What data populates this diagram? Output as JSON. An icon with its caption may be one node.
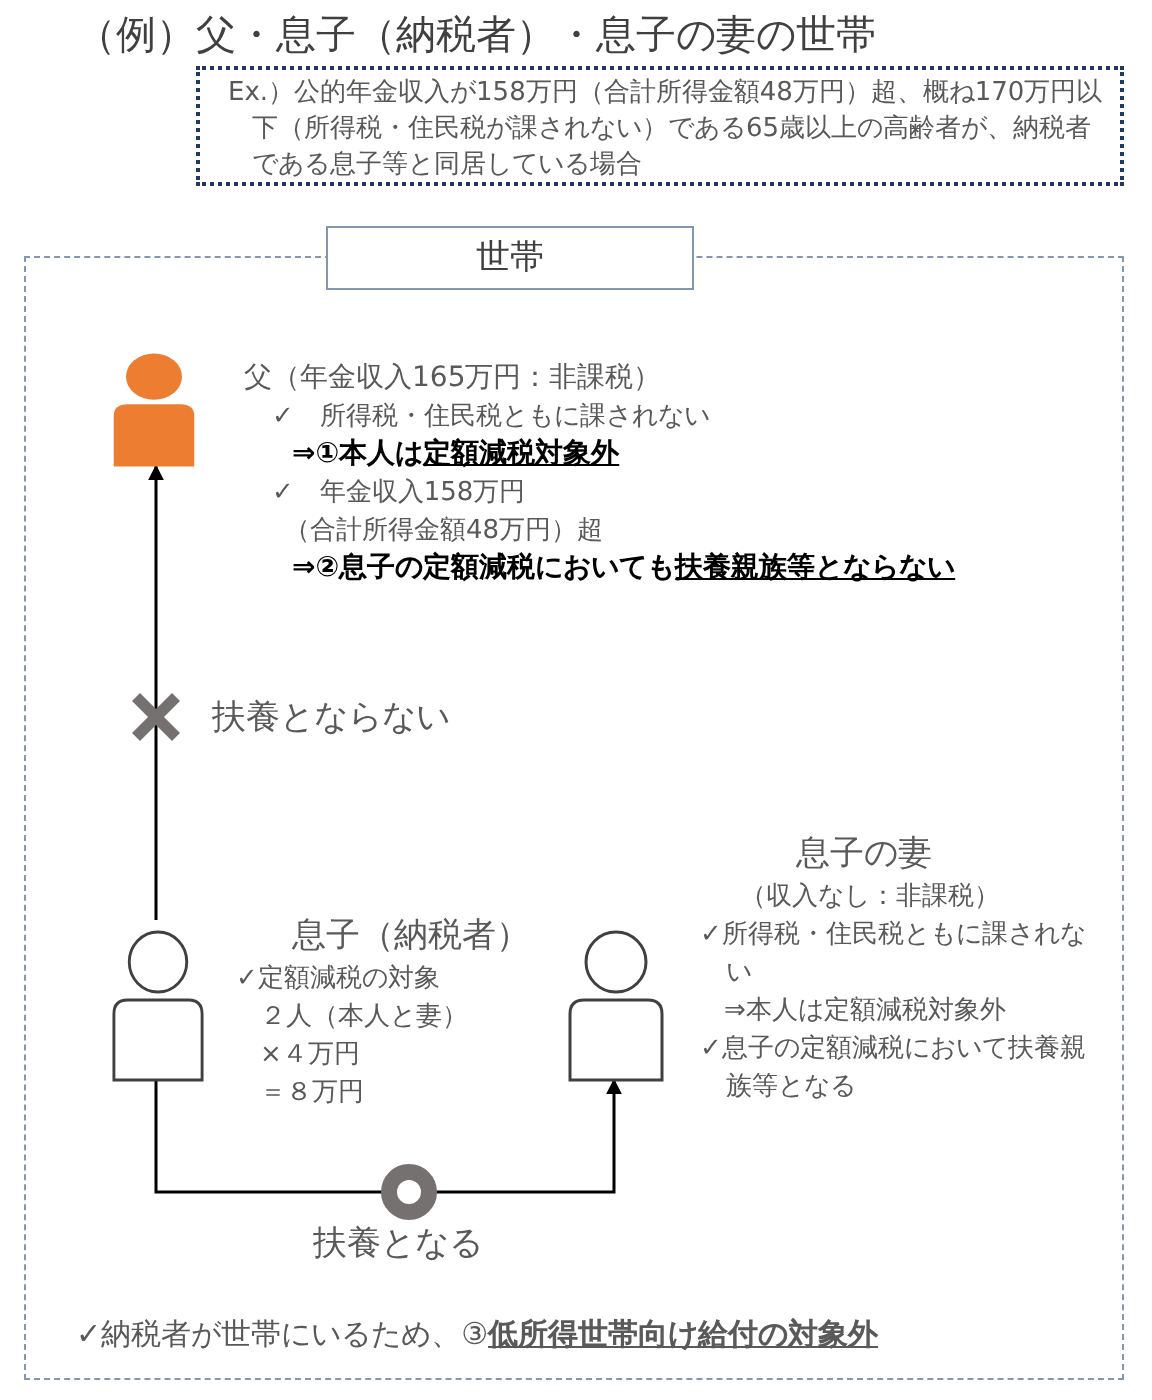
{
  "diagram": {
    "title": "（例）父・息子（納税者）・息子の妻の世帯",
    "nodes": [
      {
        "text": [
          "Ex.）公的年金収入が158万円（合計所得金額48万円）超、概ね170万円以下（所得税・住民税が課されない）である65歳以上の高齢者が、納税者である息子等と同居している場合"
        ]
      },
      {
        "text": [
          "世帯"
        ]
      },
      {
        "text": [],
        "shape": "person",
        "in": 1,
        "beside": [
          "父（年金収入165万円：非課税）",
          "✓　所得税・住民税ともに課されない",
          "⇒①本人は**定額減税対象外**",
          "✓　年金収入158万円",
          "（合計所得金額48万円）超",
          "⇒②息子の定額減税においても**扶養親族等とならない**"
        ]
      },
      {
        "text": [],
        "shape": "person",
        "in": 1,
        "beside": [
          "息子（納税者）",
          "✓定額減税の対象",
          "２人（本人と妻）",
          "×４万円",
          "＝８万円"
        ]
      },
      {
        "text": [],
        "shape": "person",
        "in": 1,
        "beside": [
          "息子の妻",
          "（収入なし：非課税）",
          "✓所得税・住民税ともに課されない",
          "⇒本人は定額減税対象外",
          "✓息子の定額減税において扶養親族等となる"
        ]
      }
    ],
    "edges": [
      {
        "from": 3,
        "to": 2,
        "arrow": "to",
        "label": "扶養とならない"
      },
      {
        "from": 3,
        "to": 4,
        "arrow": "to",
        "label": "扶養となる"
      }
    ],
    "labels": [
      "✓納税者が世帯にいるため、③**低所得世帯向け給付の対象外**"
    ]
  }
}
